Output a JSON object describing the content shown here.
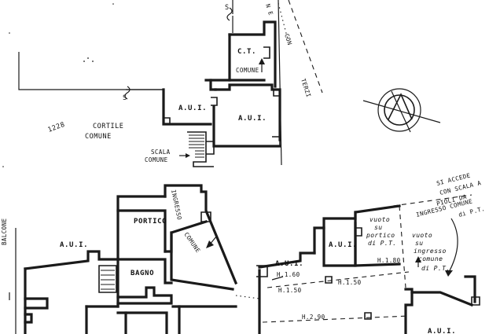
{
  "labels": {
    "ct": "C.T.",
    "comune_ct": "COMUNE",
    "aui_top_left": "A.U.I.",
    "aui_top_right": "A.U.I.",
    "cortile": "CORTILE",
    "cortile_comune": "COMUNE",
    "lot_number": "1228",
    "scala": "SCALA",
    "scala_comune": "COMUNE",
    "terzi": "TERZI",
    "con": "CON",
    "diagonal_ne": "N E",
    "portico": "PORTICO",
    "ingresso": "INGRESSO",
    "comune_ingresso": "COMUNE",
    "aui_bottom_left": "A.U.I.",
    "bagno": "BAGNO",
    "balcone": "BALCONE",
    "aui_mid_a": "A.U.I.",
    "aui_mid_b": "A.U.I.",
    "h160": "H.1.60",
    "h150_left": "H.1.50",
    "h150_mid": "H.1.50",
    "h180": "H.1.80",
    "h290": "H.2.90",
    "vuoto_portico_1": "vuoto",
    "vuoto_portico_2": "su",
    "vuoto_portico_3": "portico",
    "vuoto_portico_4": "di P.T.",
    "vuoto_ingresso_1": "vuoto",
    "vuoto_ingresso_2": "su",
    "vuoto_ingresso_3": "ingresso",
    "vuoto_ingresso_4": "comune",
    "vuoto_ingresso_5": "di P.T.",
    "accede_1": "SI ACCEDE",
    "accede_2": "CON SCALA A",
    "accede_3": "PIOLI DA",
    "accede_4": "INGRESSO COMUNE",
    "accede_5": "di P.T.",
    "aui_bottom_right": "A.U.I.",
    "s_top": "S",
    "s_left": "S"
  },
  "icons": {
    "compass": "north-arrow-icon",
    "stair": "stair-icon",
    "arrow": "arrow-icon"
  }
}
